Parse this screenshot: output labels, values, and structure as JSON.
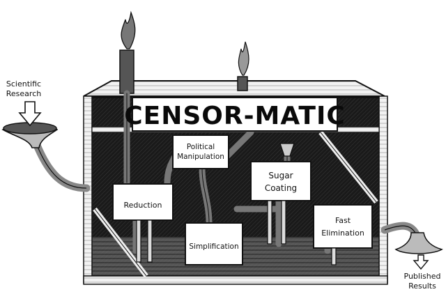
{
  "title": "CENSOR-MATIC",
  "input_label": [
    "Scientific",
    "Research"
  ],
  "output_label": [
    "Published",
    "Results"
  ],
  "stages": [
    {
      "id": "reduction",
      "lines": [
        "Reduction"
      ]
    },
    {
      "id": "political",
      "lines": [
        "Political",
        "Manipulation"
      ]
    },
    {
      "id": "simplification",
      "lines": [
        "Simplification"
      ]
    },
    {
      "id": "sugar",
      "lines": [
        "Sugar",
        "Coating"
      ]
    },
    {
      "id": "fast",
      "lines": [
        "Fast",
        "Elimination"
      ]
    }
  ],
  "colors": {
    "ink": "#111111",
    "paper": "#ffffff",
    "shadow": "#2a2a2a"
  }
}
